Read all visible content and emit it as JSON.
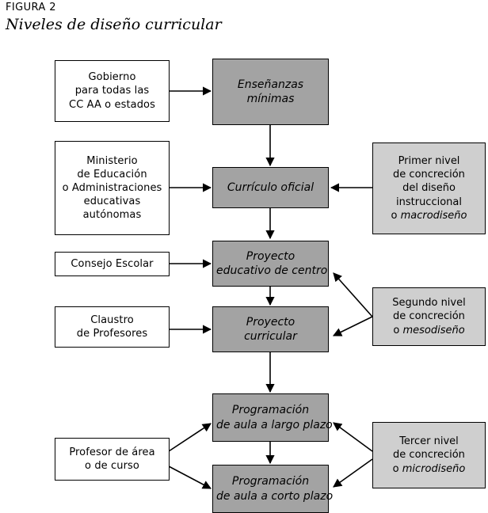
{
  "figure": {
    "label": "FIGURA 2",
    "title": "Niveles de diseño curricular"
  },
  "colors": {
    "center_box_fill": "#a3a3a3",
    "side_box_fill": "#cfcfcf",
    "box_border": "#000000",
    "page_background": "#ffffff",
    "arrow": "#000000"
  },
  "nodes": {
    "gobierno": {
      "line1": "Gobierno",
      "line2": "para todas las",
      "line3": "CC AA o estados"
    },
    "ensenanzas_minimas": {
      "line1": "Enseñanzas",
      "line2": "mínimas"
    },
    "ministerio": {
      "line1": "Ministerio",
      "line2": "de Educación",
      "line3": "o Administraciones",
      "line4": "educativas",
      "line5": "autónomas"
    },
    "curriculo_oficial": {
      "line1": "Currículo oficial"
    },
    "primer_nivel": {
      "line1": "Primer nivel",
      "line2": "de concreción",
      "line3": "del diseño",
      "line4": "instruccional",
      "line5_prefix": "o ",
      "line5_em": "macrodiseño"
    },
    "consejo_escolar": {
      "line1": "Consejo Escolar"
    },
    "proyecto_educativo": {
      "line1": "Proyecto",
      "line2": "educativo de centro"
    },
    "claustro": {
      "line1": "Claustro",
      "line2": "de Profesores"
    },
    "proyecto_curricular": {
      "line1": "Proyecto",
      "line2": "curricular"
    },
    "segundo_nivel": {
      "line1": "Segundo nivel",
      "line2": "de concreción",
      "line3_prefix": "o ",
      "line3_em": "mesodiseño"
    },
    "profesor": {
      "line1": "Profesor de área",
      "line2": "o de curso"
    },
    "programacion_largo": {
      "line1": "Programación",
      "line2": "de aula a largo plazo"
    },
    "programacion_corto": {
      "line1": "Programación",
      "line2": "de aula a corto plazo"
    },
    "tercer_nivel": {
      "line1": "Tercer nivel",
      "line2": "de concreción",
      "line3_prefix": "o ",
      "line3_em": "microdiseño"
    }
  }
}
